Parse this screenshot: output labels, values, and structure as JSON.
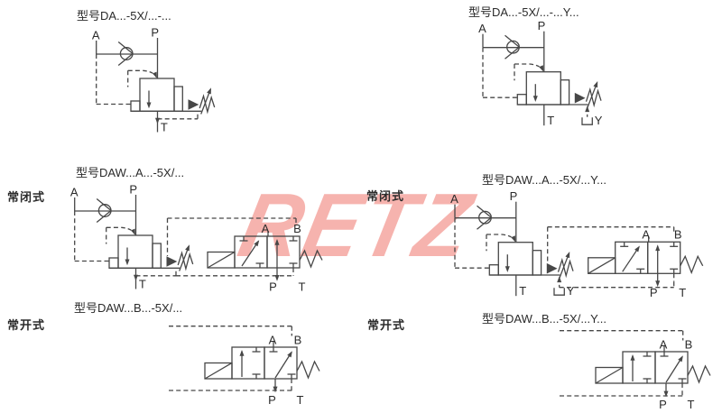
{
  "page": {
    "background": "#ffffff"
  },
  "colors": {
    "line": "#474747",
    "text": "#2b2b2b",
    "watermark": "#f6b3ae"
  },
  "watermark": {
    "text": "RETZ"
  },
  "diagrams": {
    "da": {
      "model_label": "型号DA...-5X/...-..."
    },
    "da_y": {
      "model_label": "型号DA...-5X/...-...Y..."
    },
    "daw_a": {
      "model_label": "型号DAW...A...-5X/...",
      "type_label": "常闭式"
    },
    "daw_a_y": {
      "model_label": "型号DAW...A...-5X/...Y...",
      "type_label": "常闭式"
    },
    "daw_b": {
      "model_label": "型号DAW...B...-5X/...",
      "type_label": "常开式"
    },
    "daw_b_y": {
      "model_label": "型号DAW...B...-5X/...Y...",
      "type_label": "常开式"
    }
  },
  "ports": {
    "a": "A",
    "b": "B",
    "p": "P",
    "t": "T",
    "y": "Y"
  }
}
